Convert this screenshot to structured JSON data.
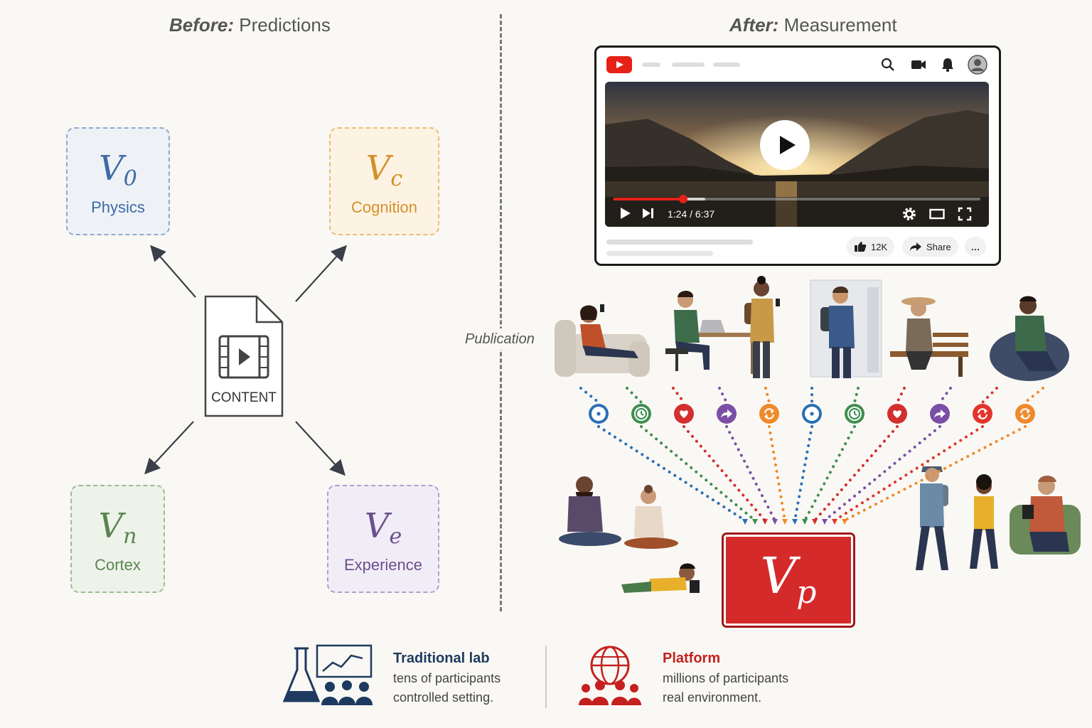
{
  "headings": {
    "before_em": "Before:",
    "before_rest": "Predictions",
    "after_em": "After:",
    "after_rest": "Measurement"
  },
  "predictions": [
    {
      "symbol": "V",
      "sub": "0",
      "label": "Physics",
      "color": "#3d6aa3",
      "border": "#8ea9d1",
      "bg": "#eef2f7"
    },
    {
      "symbol": "V",
      "sub": "c",
      "label": "Cognition",
      "color": "#d4912a",
      "border": "#e9bd74",
      "bg": "#fdf3e3"
    },
    {
      "symbol": "V",
      "sub": "n",
      "label": "Cortex",
      "color": "#5a8550",
      "border": "#9cbb93",
      "bg": "#eef3ea"
    },
    {
      "symbol": "V",
      "sub": "e",
      "label": "Experience",
      "color": "#6b4f8e",
      "border": "#b39ccd",
      "bg": "#f1edf6"
    }
  ],
  "content_label": "CONTENT",
  "divider_label": "Publication",
  "video": {
    "time": "1:24 / 6:37",
    "progress": 0.19,
    "buffered": 0.25,
    "likes": "12K",
    "share": "Share",
    "more": "…"
  },
  "engagement_icons": [
    {
      "name": "eye-icon",
      "color": "#2a6fb5"
    },
    {
      "name": "clock-icon",
      "color": "#3e8e4f"
    },
    {
      "name": "heart-icon",
      "color": "#d32f2f"
    },
    {
      "name": "share-arrow-icon",
      "color": "#7b4fa6"
    },
    {
      "name": "refresh-icon",
      "color": "#ef8a2c"
    },
    {
      "name": "eye-icon",
      "color": "#2a6fb5"
    },
    {
      "name": "clock-icon",
      "color": "#3e8e4f"
    },
    {
      "name": "heart-icon",
      "color": "#d32f2f"
    },
    {
      "name": "share-arrow-icon",
      "color": "#7b4fa6"
    },
    {
      "name": "refresh-icon",
      "color": "#e0352b"
    },
    {
      "name": "refresh-icon",
      "color": "#ef8a2c"
    }
  ],
  "platform_box": {
    "symbol": "V",
    "sub": "p",
    "color": "#d42a2a"
  },
  "footer": {
    "lab_title": "Traditional lab",
    "lab_line1": "tens of participants",
    "lab_line2": "controlled setting.",
    "platform_title": "Platform",
    "platform_line1": "millions of participants",
    "platform_line2": "real environment."
  },
  "colors": {
    "dark_navy": "#1e3a5f",
    "platform_red": "#c4201f",
    "arrow": "#3a3f4a"
  }
}
